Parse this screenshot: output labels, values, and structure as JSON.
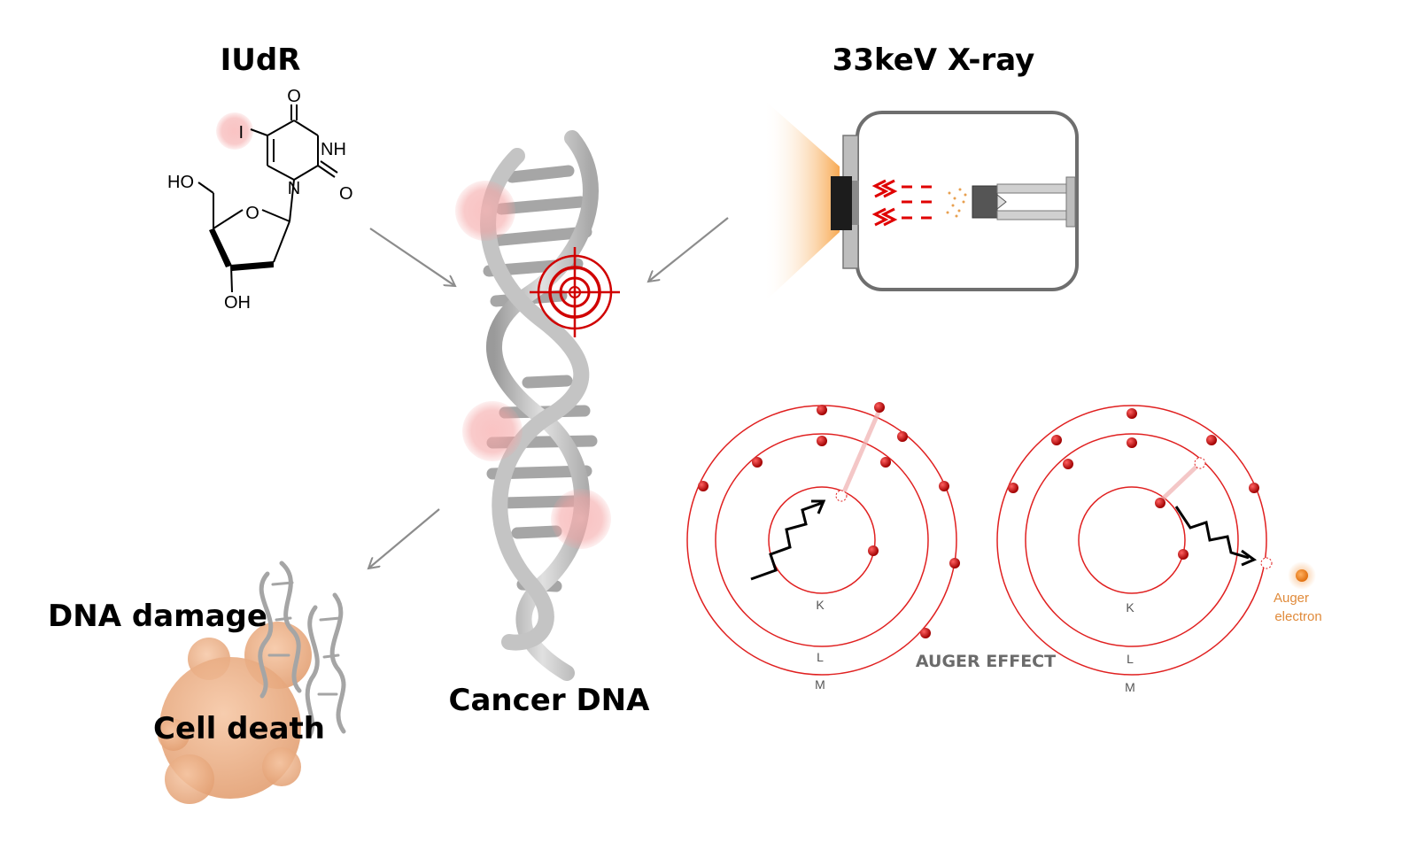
{
  "labels": {
    "iudr": "IUdR",
    "xray": "33keV X-ray",
    "cancer_dna": "Cancer DNA",
    "dna_damage": "DNA damage",
    "cell_death": "Cell death",
    "auger_effect": "AUGER EFFECT",
    "auger_electron_line1": "Auger",
    "auger_electron_line2": "electron"
  },
  "molecule": {
    "iodine": "I",
    "ho": "HO",
    "oh": "OH",
    "o_ring": "O",
    "o_top": "O",
    "o_right": "O",
    "nh": "NH",
    "n": "N"
  },
  "shells": {
    "k": "K",
    "l": "L",
    "m": "M"
  },
  "colors": {
    "electron": "#c00000",
    "orbit": "#e02020",
    "target": "#d00000",
    "highlight": "#f4a6a6",
    "cell": "#e9a57a",
    "xray_beam": "#f7a54a",
    "auger_electron": "#e07a20",
    "arrow": "#8c8c8c"
  }
}
